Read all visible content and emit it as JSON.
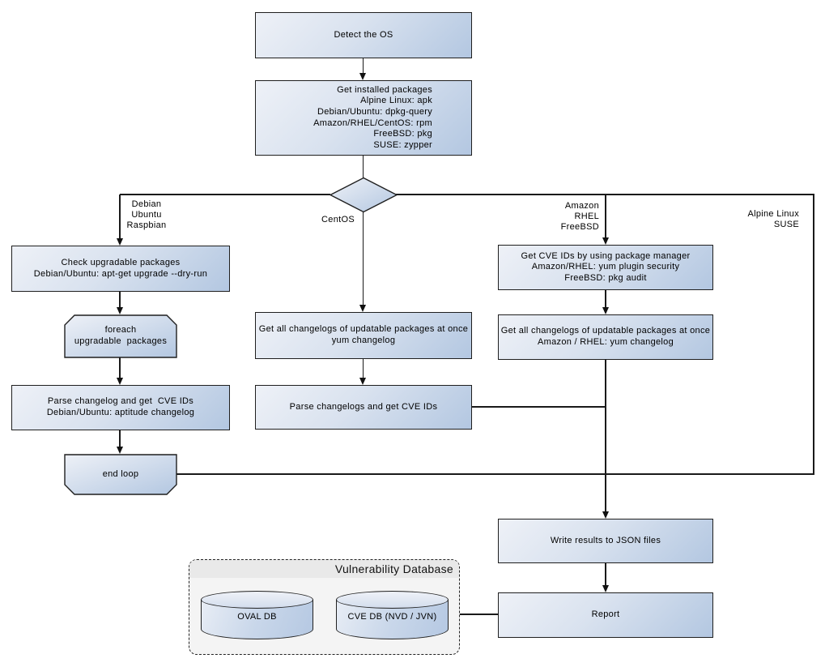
{
  "diagram": {
    "nodes": {
      "detect_os": {
        "label": "Detect the OS"
      },
      "get_installed_packages": {
        "lines": [
          "Get installed packages",
          "Alpine Linux: apk",
          "Debian/Ubuntu: dpkg-query",
          "Amazon/RHEL/CentOS: rpm",
          "FreeBSD: pkg",
          "SUSE: zypper"
        ]
      },
      "check_upgradable": {
        "lines": [
          "Check upgradable packages",
          "Debian/Ubuntu: apt-get upgrade --dry-run"
        ]
      },
      "foreach_loop": {
        "lines": [
          "foreach",
          "upgradable  packages"
        ]
      },
      "parse_changelog_deb": {
        "lines": [
          "Parse changelog and get  CVE IDs",
          "Debian/Ubuntu: aptitude changelog"
        ]
      },
      "end_loop": {
        "label": "end loop"
      },
      "get_changelogs_yum": {
        "lines": [
          "Get all changelogs of updatable packages at once",
          "yum changelog"
        ]
      },
      "parse_changelogs_yum": {
        "label": "Parse changelogs and get CVE IDs"
      },
      "get_cve_ids_pkg_mgr": {
        "lines": [
          "Get CVE IDs by using package manager",
          "Amazon/RHEL: yum plugin security",
          "FreeBSD: pkg audit"
        ]
      },
      "get_changelogs_amazon": {
        "lines": [
          "Get all changelogs of updatable packages at once",
          "Amazon / RHEL: yum changelog"
        ]
      },
      "write_results": {
        "label": "Write results to JSON files"
      },
      "report": {
        "label": "Report"
      }
    },
    "branch_labels": {
      "debian": {
        "lines": [
          "Debian",
          "Ubuntu",
          "Raspbian"
        ]
      },
      "centos": {
        "label": "CentOS"
      },
      "amazon": {
        "lines": [
          "Amazon",
          "RHEL",
          "FreeBSD"
        ]
      },
      "alpine": {
        "lines": [
          "Alpine Linux",
          "SUSE"
        ]
      }
    },
    "vulnerability_database": {
      "title": "Vulnerability Database",
      "cylinders": [
        {
          "label": "OVAL DB"
        },
        {
          "label": "CVE DB (NVD / JVN)"
        }
      ]
    },
    "colors": {
      "node_fill_light": "#eef1f7",
      "node_fill_dark": "#b3c7e1",
      "node_border": "#1f1f1f",
      "connector_line": "#1a1a1a",
      "db_container_fill": "#f4f4f4",
      "db_header_fill": "#e9e9e9",
      "text": "#000000"
    }
  }
}
